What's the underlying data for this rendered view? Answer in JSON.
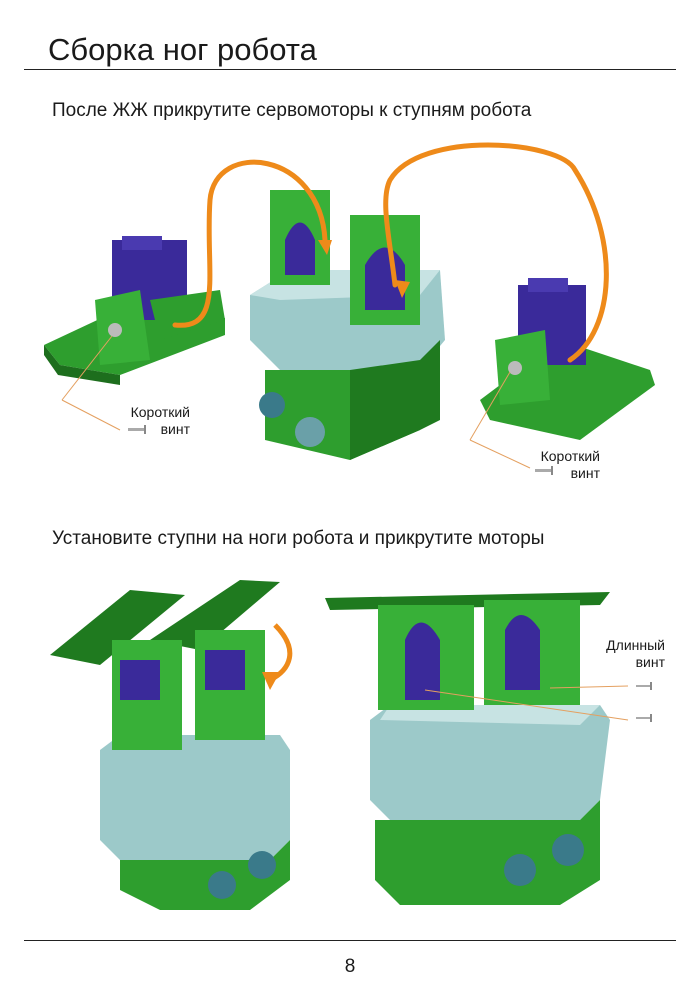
{
  "title": "Сборка ног робота",
  "step1": "После ЖЖ прикрутите сервомоторы к ступням робота",
  "step2": "Установите ступни на ноги робота и прикрутите моторы",
  "labels": {
    "short_screw_left": {
      "line1": "Короткий",
      "line2": "винт"
    },
    "short_screw_right": {
      "line1": "Короткий",
      "line2": "винт"
    },
    "long_screw": {
      "line1": "Длинный",
      "line2": "винт"
    }
  },
  "page_number": "8",
  "colors": {
    "green": "#2e9e2e",
    "servo": "#3a2a9a",
    "body": "#9cc9c9",
    "arrow": "#ee8a1a"
  }
}
